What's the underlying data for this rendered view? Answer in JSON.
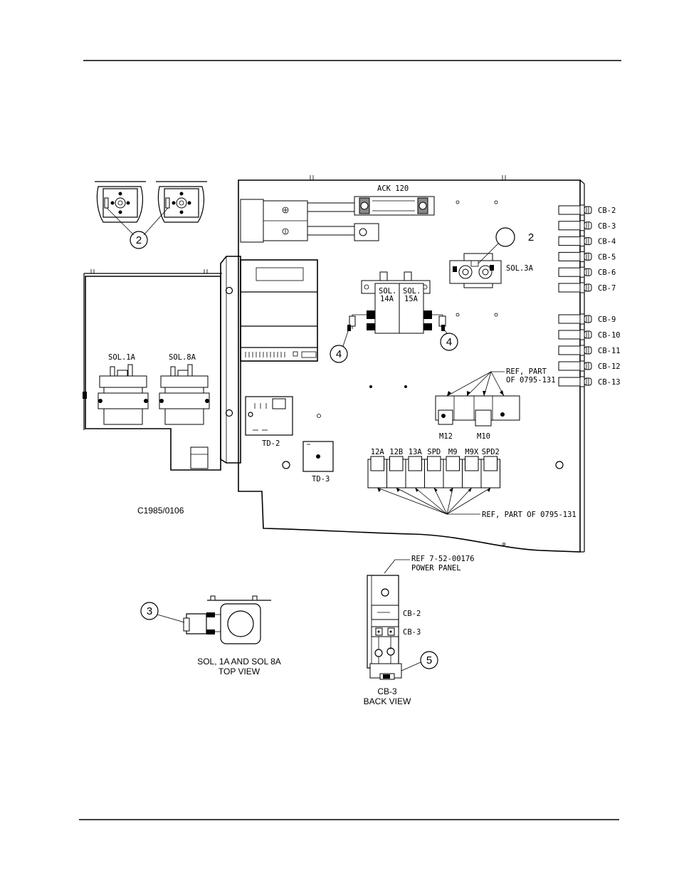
{
  "figure_id": "C1985/0106",
  "main_panel": {
    "ack_label": "ACK 120",
    "sol3a_label": "SOL.3A",
    "sol14a_label": [
      "SOL.",
      "14A"
    ],
    "sol15a_label": [
      "SOL.",
      "15A"
    ],
    "sol1a_label": "SOL.1A",
    "sol8a_label": "SOL.8A",
    "td2_label": "TD-2",
    "td3_label": "TD-3",
    "m12_label": "M12",
    "m10_label": "M10",
    "ref_note_upper": [
      "REF, PART",
      "OF 0795-131"
    ],
    "ref_note_lower": "REF, PART OF 0795-131",
    "relay_labels": [
      "12A",
      "12B",
      "13A",
      "SPD",
      "M9",
      "M9X",
      "SPD2"
    ],
    "breakers_upper": [
      "CB-2",
      "CB-3",
      "CB-4",
      "CB-5",
      "CB-6",
      "CB-7"
    ],
    "breakers_lower": [
      "CB-9",
      "CB-10",
      "CB-11",
      "CB-12",
      "CB-13"
    ]
  },
  "callouts": {
    "top_left": "2",
    "sol3a": "2",
    "left_relay": "4",
    "right_relay": "4",
    "sol_top_view": "3",
    "cb3_back": "5"
  },
  "sol_top_view_caption": [
    "SOL, 1A AND SOL 8A",
    "TOP VIEW"
  ],
  "power_panel": {
    "ref_note": [
      "REF 7-52-00176",
      "POWER PANEL"
    ],
    "cb2_label": "CB-2",
    "cb3_label": "CB-3"
  },
  "cb3_back_caption": [
    "CB-3",
    "BACK VIEW"
  ],
  "colors": {
    "ink": "#000000",
    "paper": "#ffffff",
    "shade": "#888888"
  }
}
